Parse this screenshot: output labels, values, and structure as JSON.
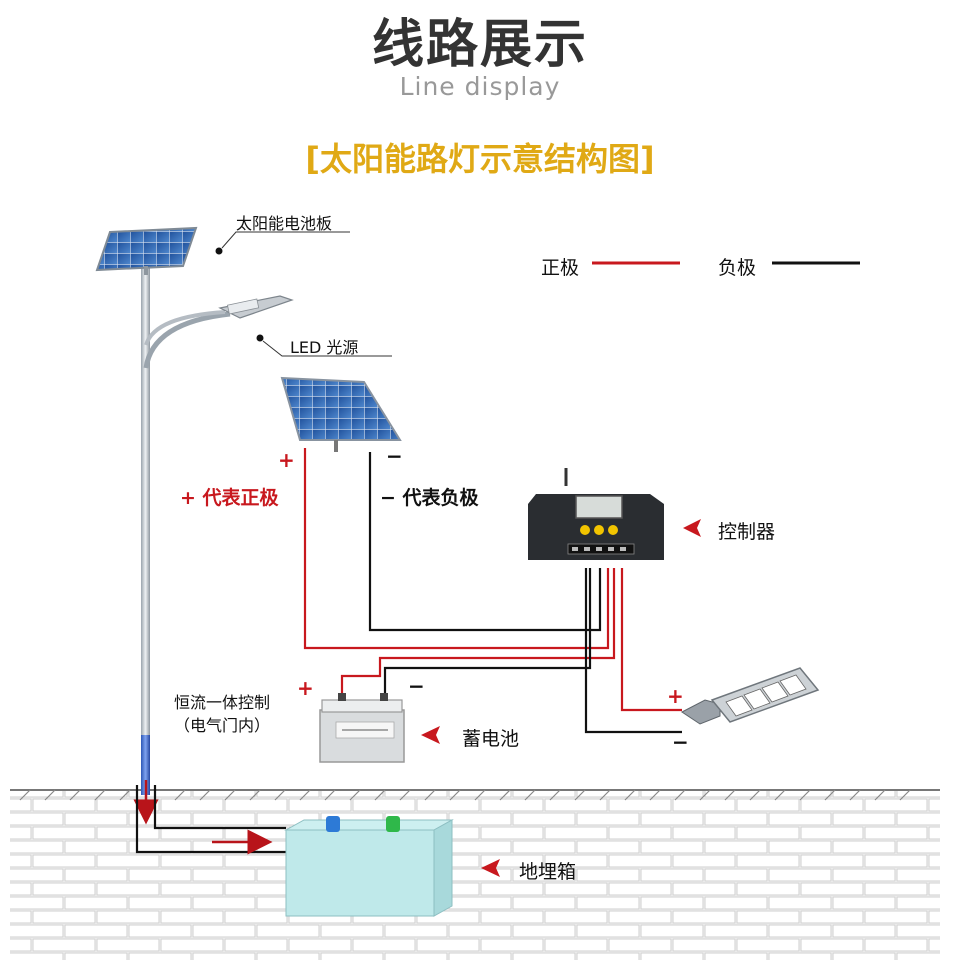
{
  "header": {
    "title": "线路展示",
    "subtitle": "Line display",
    "heading": "[太阳能路灯示意结构图]"
  },
  "legend": {
    "positive": "正极",
    "negative": "负极",
    "positive_color": "#c8181e",
    "negative_color": "#111111"
  },
  "labels": {
    "solar_panel": "太阳能电池板",
    "led_source": "LED 光源",
    "plus_symbol": "+",
    "minus_symbol": "−",
    "plus_meaning": "+ 代表正极",
    "minus_meaning": "− 代表负极",
    "controller": "控制器",
    "battery": "蓄电池",
    "constant_current_line1": "恒流一体控制",
    "constant_current_line2": "（电气门内）",
    "buried_box": "地埋箱"
  },
  "icons": [
    "solar-panel-icon",
    "street-lamp-icon",
    "controller-icon",
    "battery-icon",
    "led-lamp-icon",
    "buried-box-icon",
    "pointer-arrow-icon"
  ]
}
